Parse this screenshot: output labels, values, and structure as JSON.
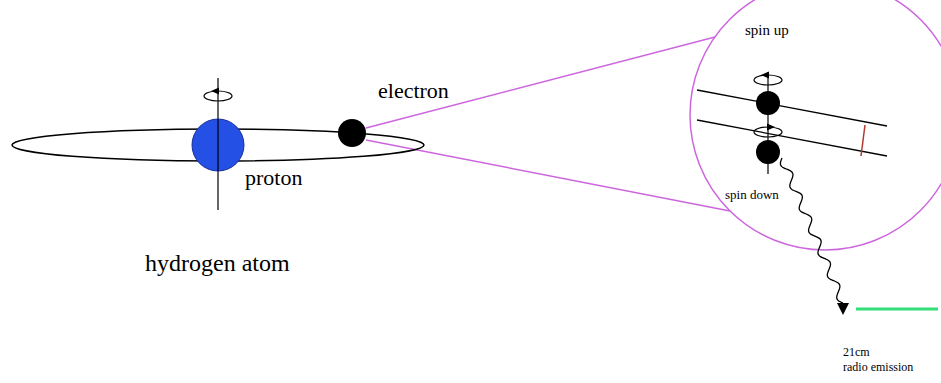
{
  "diagram": {
    "labels": [
      "spin up",
      "spin down",
      "electron",
      "proton",
      "hydrogen atom",
      "21cm",
      "radio emission"
    ]
  }
}
